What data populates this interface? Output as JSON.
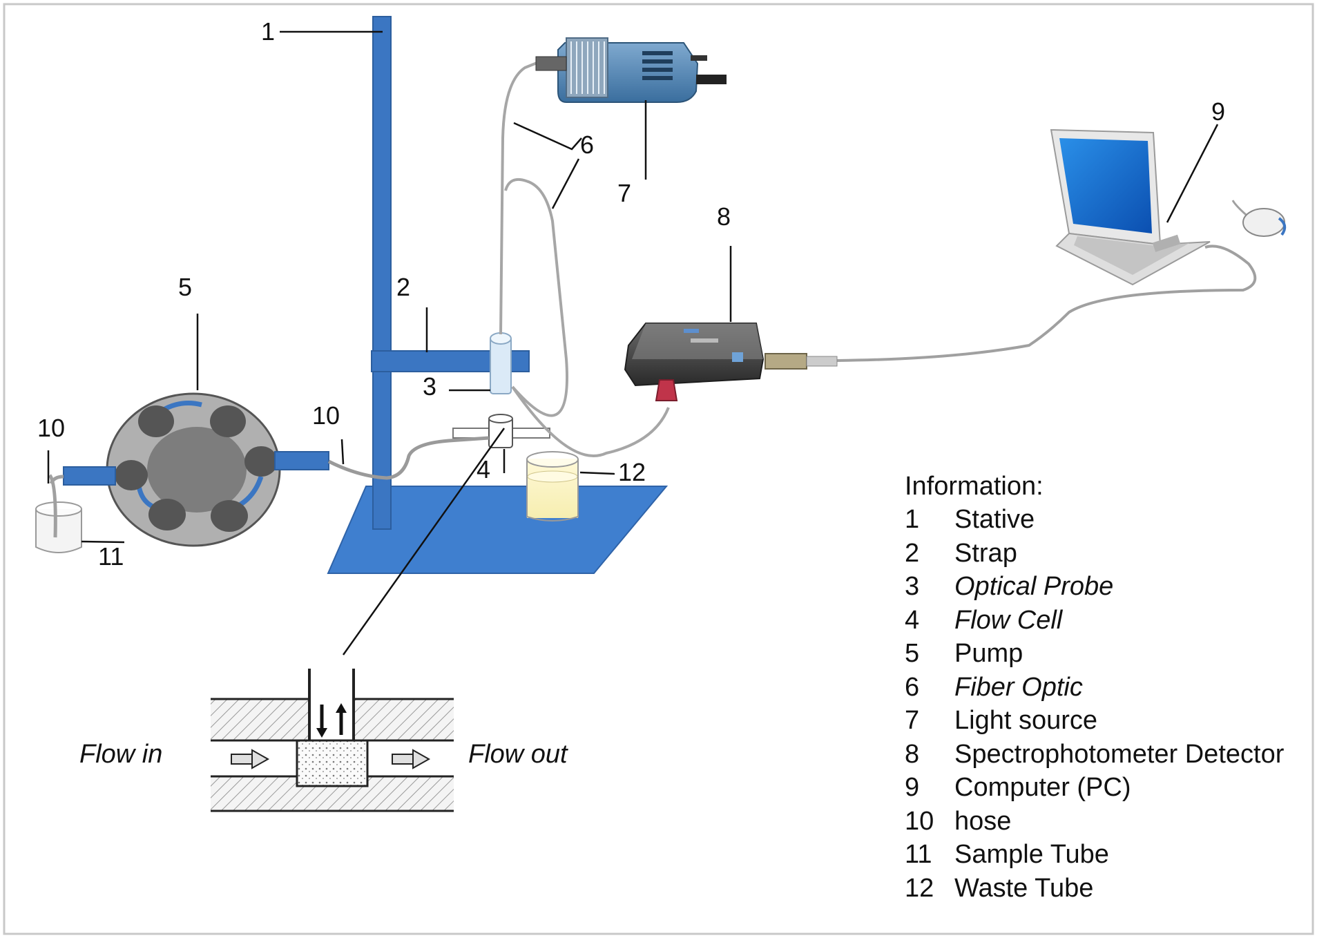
{
  "callouts": {
    "c1": "1",
    "c2": "2",
    "c3": "3",
    "c4": "4",
    "c5": "5",
    "c6": "6",
    "c7": "7",
    "c8": "8",
    "c9": "9",
    "c10a": "10",
    "c10b": "10",
    "c11": "11",
    "c12": "12"
  },
  "inset": {
    "flow_in": "Flow in",
    "flow_out": "Flow out"
  },
  "legend": {
    "title": "Information:",
    "items": [
      {
        "num": "1",
        "label": "Stative"
      },
      {
        "num": "2",
        "label": "Strap"
      },
      {
        "num": "3",
        "label": "Optical Probe"
      },
      {
        "num": "4",
        "label": "Flow Cell"
      },
      {
        "num": "5",
        "label": "Pump"
      },
      {
        "num": "6",
        "label": "Fiber Optic"
      },
      {
        "num": "7",
        "label": "Light source"
      },
      {
        "num": "8",
        "label": "Spectrophotometer Detector"
      },
      {
        "num": "9",
        "label": "Computer (PC)"
      },
      {
        "num": "10",
        "label": "hose"
      },
      {
        "num": "11",
        "label": "Sample Tube"
      },
      {
        "num": "12",
        "label": "Waste Tube"
      }
    ]
  },
  "colors": {
    "stand_blue": "#3b76c2",
    "pump_gray": "#b0b0b0",
    "roller_dark": "#555555"
  }
}
